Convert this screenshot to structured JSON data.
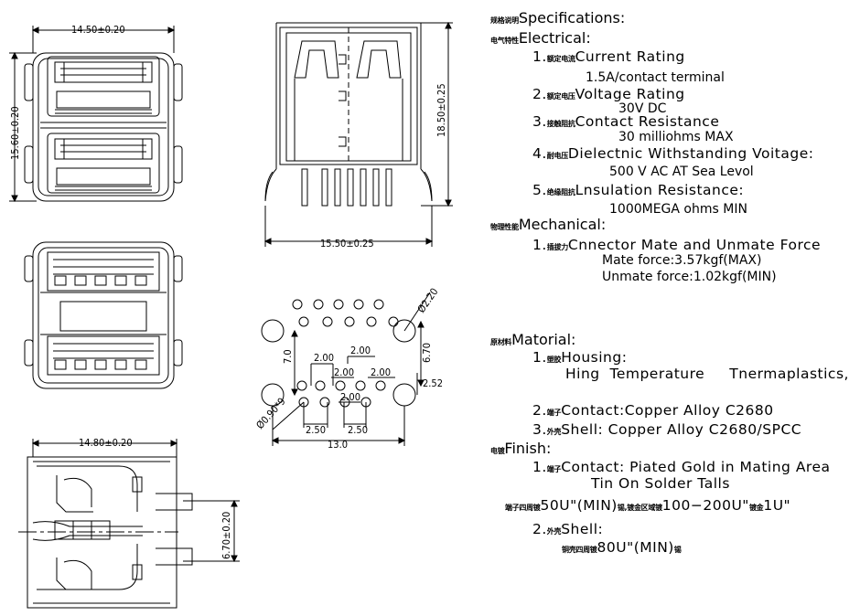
{
  "drawing": {
    "front_width": "14.50±0.20",
    "front_height": "15.60±0.20",
    "side_width": "15.50±0.25",
    "side_height": "18.50±0.25",
    "section_width": "14.80±0.20",
    "section_offset": "6.70±0.20",
    "hole_large_dia": "Ø2.20",
    "hole_small_dia": "Ø0.90*9",
    "pitch_a": "2.00",
    "pitch_b": "2.00",
    "pitch_c": "2.00",
    "pitch_d": "2.00",
    "pitch_e": "2.00",
    "row_offset": "2.52",
    "vert_7": "7.0",
    "vert_670": "6.70",
    "bottom_a": "2.50",
    "bottom_b": "2.50",
    "overall_13": "13.0"
  },
  "specs": {
    "specifications": {
      "cn": "规格说明",
      "en": "Specifications:"
    },
    "electrical": {
      "cn": "电气特性",
      "en": "Electrical:"
    },
    "current_rating": {
      "num": "1.",
      "cn": "额定电流",
      "en": "Current  Rating",
      "value": "1.5A/contact  terminal"
    },
    "voltage_rating": {
      "num": "2.",
      "cn": "额定电压",
      "en": "Voltage  Rating",
      "value": "30V  DC"
    },
    "contact_resistance": {
      "num": "3.",
      "cn": "接触阻抗",
      "en": "Contact  Resistance",
      "value": "30  milliohms  MAX"
    },
    "dielectric": {
      "num": "4.",
      "cn": "耐电压",
      "en": "Dielectnic  Withstanding  Voitage:",
      "value": "500  V  AC  AT  Sea  Levol"
    },
    "insulation": {
      "num": "5.",
      "cn": "绝缘阻抗",
      "en": "Lnsulation  Resistance:",
      "value": "1000MEGA  ohms  MIN"
    },
    "mechanical": {
      "cn": "物理性能",
      "en": "Mechanical:"
    },
    "insertion": {
      "num": "1.",
      "cn": "插拔力",
      "en": "Cnnector  Mate  and  Unmate  Force",
      "mate": "Mate  force:3.57kgf(MAX)",
      "unmate": "Unmate  force:1.02kgf(MIN)"
    },
    "material": {
      "cn": "原材料",
      "en": "Matorial:"
    },
    "housing": {
      "num": "1.",
      "cn": "塑胶",
      "en": "Housing:",
      "value": "Hing  Temperature     Tnermaplastics,"
    },
    "contact": {
      "num": "2.",
      "cn": "端子",
      "en": "Contact:Copper  Alloy  C2680"
    },
    "shell": {
      "num": "3.",
      "cn": "外壳",
      "en": "Shell:  Copper  Alloy  C2680/SPCC"
    },
    "finish": {
      "cn": "电镀",
      "en": "Finish:"
    },
    "finish_contact": {
      "num": "1.",
      "cn": "端子",
      "en": "Contact:  Piated  Gold  in  Mating  Area",
      "value": "Tin  On  Solder  Talls"
    },
    "finish_line": {
      "cn1": "端子四周镀",
      "v1": "50U\"(MIN)",
      "cn2": "锡,镀金区域镀",
      "v2": "100−200U\"",
      "cn3": "镀金",
      "v3": "1U\""
    },
    "finish_shell": {
      "num": "2.",
      "cn": "外壳",
      "en": "Shell:"
    },
    "shell_line": {
      "cn1": "铜壳四周镀",
      "v1": "80U\"(MIN)",
      "cn2": "锡"
    }
  }
}
